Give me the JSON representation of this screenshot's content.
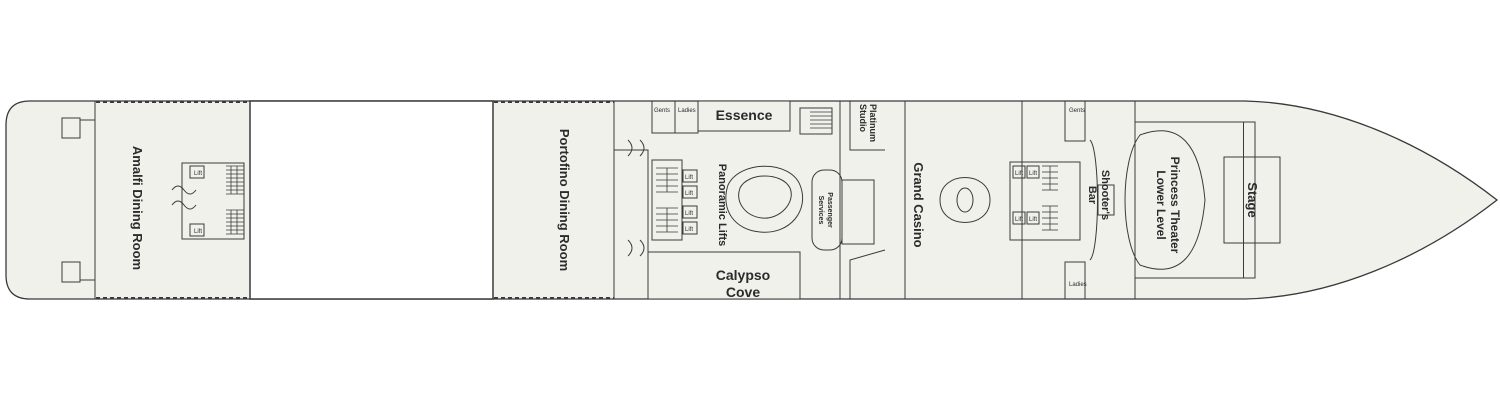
{
  "labels": {
    "amalfi": "Amalfi Dining Room",
    "portofino": "Portofino Dining Room",
    "essence": "Essence",
    "platinum_1": "Platinum",
    "platinum_2": "Studio",
    "panoramic": "Panoramic Lifts",
    "passenger_1": "Passenger",
    "passenger_2": "Services",
    "calypso_1": "Calypso",
    "calypso_2": "Cove",
    "grand_casino": "Grand Casino",
    "shooters_1": "Shooter's",
    "shooters_2": "Bar",
    "theater_1": "Princess Theater",
    "theater_2": "Lower Level",
    "stage": "Stage",
    "ladies": "Ladies",
    "gents": "Gents",
    "lift": "Lift"
  },
  "colors": {
    "deck_fill": "#f1f1ec",
    "wall": "#3a3a3a",
    "text": "#2b2b2b",
    "background": "#ffffff"
  }
}
